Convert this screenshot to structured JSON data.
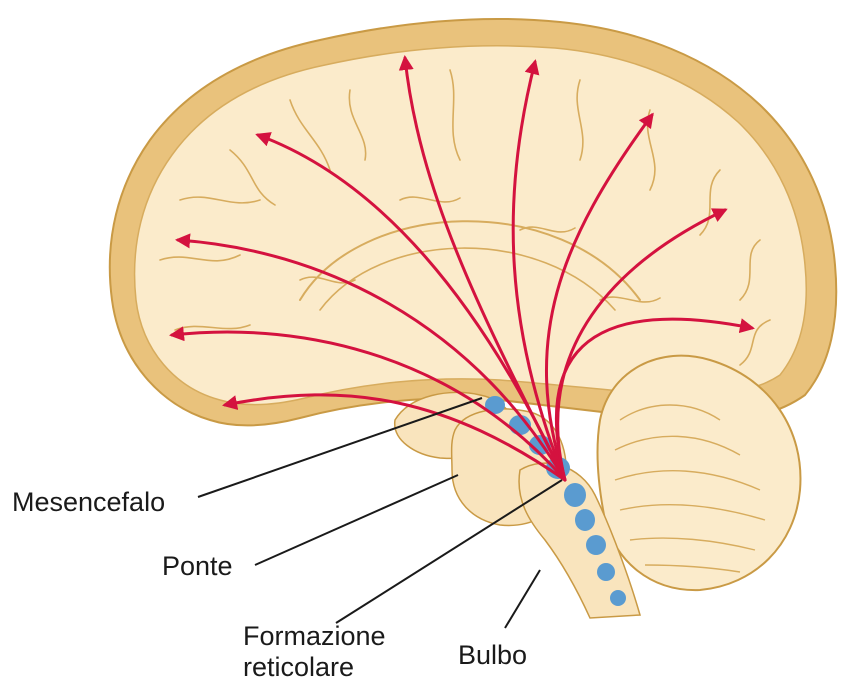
{
  "labels": {
    "mesencefalo": "Mesencefalo",
    "ponte": "Ponte",
    "formazione_line1": "Formazione",
    "formazione_line2": "reticolare",
    "bulbo": "Bulbo"
  },
  "colors": {
    "cortex": "#e9c27c",
    "brain_fill": "#fbebcb",
    "outline": "#c99a45",
    "sulci": "#d7ac5e",
    "brainstem": "#f9e4bd",
    "reticular_nuclei": "#5a9bd0",
    "arrows": "#d4123f",
    "leader_lines": "#1a1a1a"
  }
}
